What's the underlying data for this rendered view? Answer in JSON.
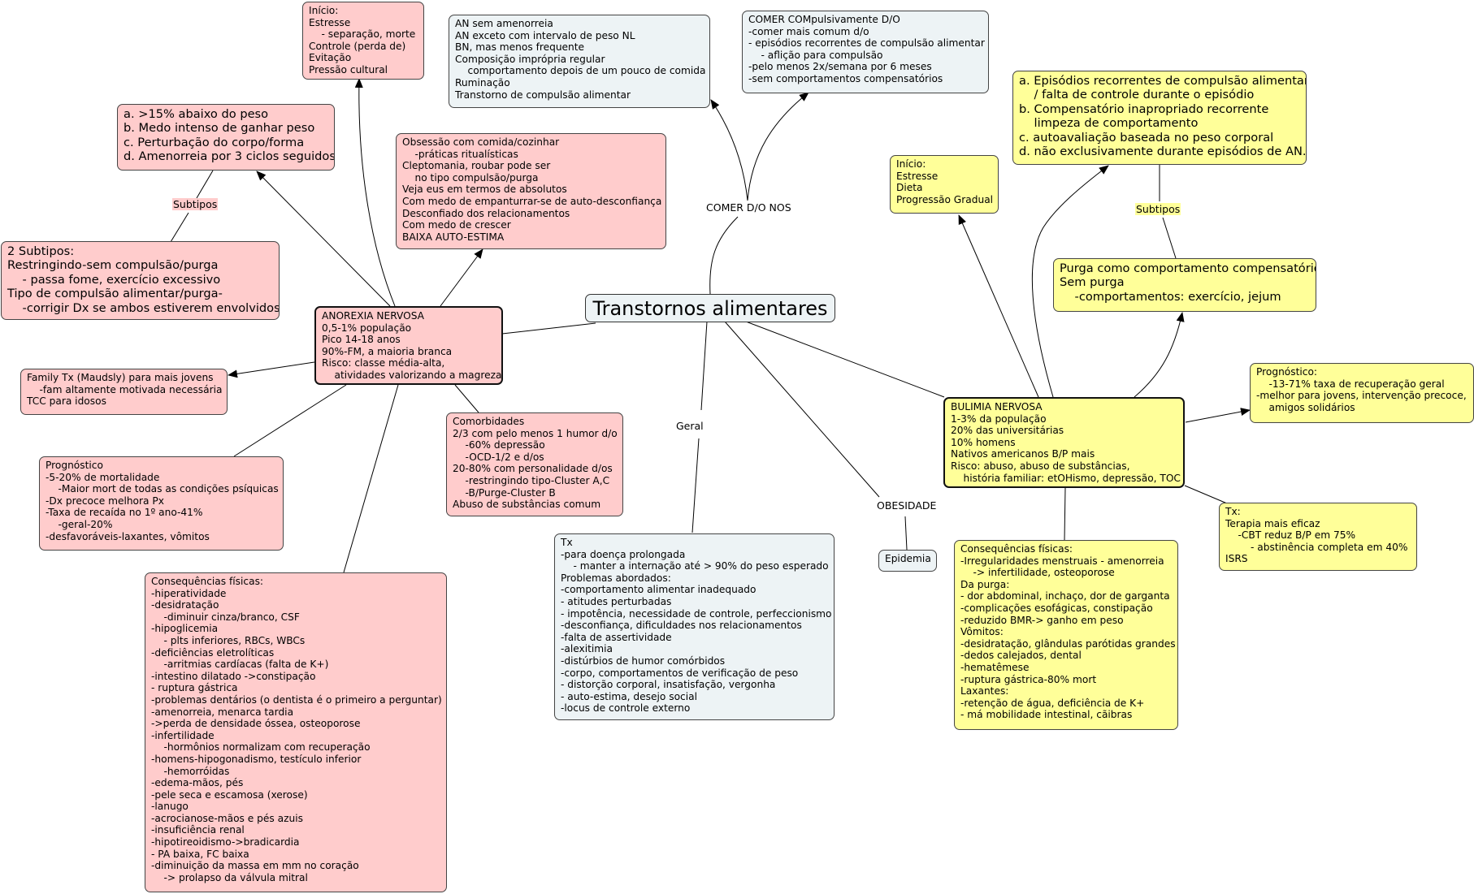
{
  "title": "Transtornos alimentares",
  "labels": {
    "comer_nos": "COMER D/O NOS",
    "geral": "Geral",
    "obesidade": "OBESIDADE",
    "subtipos_an": "Subtipos",
    "subtipos_bn": "Subtipos"
  },
  "nodes": {
    "an_inicio": "Início:\nEstresse\n    - separação, morte\nControle (perda de)\nEvitação\nPressão cultural",
    "an_criterios": "a. >15% abaixo do peso\nb. Medo intenso de ganhar peso\nc. Perturbação do corpo/forma\nd. Amenorreia por 3 ciclos seguidos",
    "an_subtipos": "2 Subtipos:\nRestringindo-sem compulsão/purga\n    - passa fome, exercício excessivo\nTipo de compulsão alimentar/purga-\n    -corrigir Dx se ambos estiverem envolvidos",
    "an_psico": "Obsessão com comida/cozinhar\n    -práticas ritualísticas\nCleptomania, roubar pode ser\n    no tipo compulsão/purga\nVeja eus em termos de absolutos\nCom medo de empanturrar-se de auto-desconfiança\nDesconfiado dos relacionamentos\nCom medo de crescer\nBAIXA AUTO-ESTIMA",
    "anorexia": "ANOREXIA NERVOSA\n0,5-1% população\nPico 14-18 anos\n90%-FM, a maioria branca\nRisco: classe média-alta,\n    atividades valorizando a magreza",
    "an_family": "Family Tx (Maudsly) para mais jovens\n    -fam altamente motivada necessária\nTCC para idosos",
    "an_prognostico": "Prognóstico\n-5-20% de mortalidade\n    -Maior mort de todas as condições psíquicas\n-Dx precoce melhora Px\n-Taxa de recaída no 1º ano-41%\n    -geral-20%\n-desfavoráveis-laxantes, vômitos",
    "an_comorbidades": "Comorbidades\n2/3 com pelo menos 1 humor d/o\n    -60% depressão\n    -OCD-1/2 e d/os\n20-80% com personalidade d/os\n    -restringindo tipo-Cluster A,C\n    -B/Purge-Cluster B\nAbuso de substâncias comum",
    "an_fisicas": "Consequências físicas:\n-hiperatividade\n-desidratação\n    -diminuir cinza/branco, CSF\n-hipoglicemia\n    - plts inferiores, RBCs, WBCs\n-deficiências eletrolíticas\n    -arritmias cardíacas (falta de K+)\n-intestino dilatado ->constipação\n- ruptura gástrica\n-problemas dentários (o dentista é o primeiro a perguntar)\n-amenorreia, menarca tardia\n->perda de densidade óssea, osteoporose\n-infertilidade\n    -hormônios normalizam com recuperação\n-homens-hipogonadismo, testículo inferior\n    -hemorróidas\n-edema-mãos, pés\n-pele seca e escamosa (xerose)\n-lanugo\n-acrocianose-mãos e pés azuis\n-insuficiência renal\n-hipotireoidismo->bradicardia\n- PA baixa, FC baixa\n-diminuição da massa em mm no coração\n    -> prolapso da válvula mitral",
    "nos_an": "AN sem amenorreia\nAN exceto com intervalo de peso NL\nBN, mas menos frequente\nComposição imprópria regular\n    comportamento depois de um pouco de comida\nRuminação\nTranstorno de compulsão alimentar",
    "nos_comer": "COMER COMpulsivamente D/O\n-comer mais comum d/o\n- episódios recorrentes de compulsão alimentar\n    - aflição para compulsão\n-pelo menos 2x/semana por 6 meses\n-sem comportamentos compensatórios",
    "tx_geral": "Tx\n-para doença prolongada\n    - manter a internação até > 90% do peso esperado\nProblemas abordados:\n-comportamento alimentar inadequado\n- atitudes perturbadas\n- impotência, necessidade de controle, perfeccionismo\n-desconfiança, dificuldades nos relacionamentos\n-falta de assertividade\n-alexitimia\n-distúrbios de humor comórbidos\n-corpo, comportamentos de verificação de peso\n- distorção corporal, insatisfação, vergonha\n- auto-estima, desejo social\n-locus de controle externo",
    "epidemia": "Epidemia",
    "bn_inicio": "Início:\nEstresse\nDieta\nProgressão Gradual",
    "bn_criterios": "a. Episódios recorrentes de compulsão alimentar\n    / falta de controle durante o episódio\nb. Compensatório inapropriado recorrente\n    limpeza de comportamento\nc. autoavaliação baseada no peso corporal\nd. não exclusivamente durante episódios de AN.",
    "bn_purga": "Purga como comportamento compensatório\nSem purga\n    -comportamentos: exercício, jejum",
    "bulimia": "BULIMIA NERVOSA\n1-3% da população\n20% das universitárias\n10% homens\nNativos americanos B/P mais\nRisco: abuso, abuso de substâncias,\n    história familiar: etOHismo, depressão, TOC",
    "bn_prognostico": "Prognóstico:\n    -13-71% taxa de recuperação geral\n-melhor para jovens, intervenção precoce,\n    amigos solidários",
    "bn_tx": "Tx:\nTerapia mais eficaz\n    -CBT reduz B/P em 75%\n        - abstinência completa em 40%\nISRS",
    "bn_fisicas": "Consequências físicas:\n-Irregularidades menstruais - amenorreia\n    -> infertilidade, osteoporose\nDa purga:\n- dor abdominal, inchaço, dor de garganta\n-complicações esofágicas, constipação\n-reduzido BMR-> ganho em peso\nVômitos:\n-desidratação, glândulas parótidas grandes\n-dedos calejados, dental\n-hematêmese\n-ruptura gástrica-80% mort\nLaxantes:\n-retenção de água, deficiência de K+\n- má mobilidade intestinal, cãibras"
  }
}
